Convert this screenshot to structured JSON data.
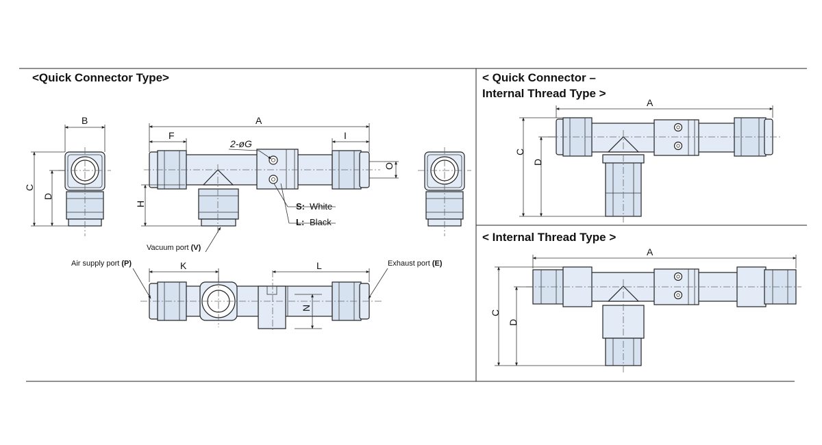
{
  "sections": {
    "quick_connector": {
      "title": "<Quick Connector Type>"
    },
    "quick_internal": {
      "title_line1": "< Quick Connector –",
      "title_line2": "Internal Thread Type >"
    },
    "internal_thread": {
      "title": "< Internal Thread Type >"
    }
  },
  "dimensions": {
    "A": "A",
    "B": "B",
    "C": "C",
    "D": "D",
    "F": "F",
    "I": "I",
    "H": "H",
    "O": "O",
    "K": "K",
    "L": "L",
    "N": "N",
    "G": "2-øG"
  },
  "legend": {
    "s_code": "S:",
    "s_text": "White",
    "l_code": "L:",
    "l_text": "Black"
  },
  "ports": {
    "vacuum": {
      "text": "Vacuum port ",
      "code": "(V)"
    },
    "air_supply": {
      "text": "Air supply port ",
      "code": "(P)"
    },
    "exhaust": {
      "text": "Exhaust port ",
      "code": "(E)"
    }
  },
  "colors": {
    "part_fill": "#e3ebf6",
    "fitting_fill": "#d7e2f1",
    "outline": "#222222"
  }
}
